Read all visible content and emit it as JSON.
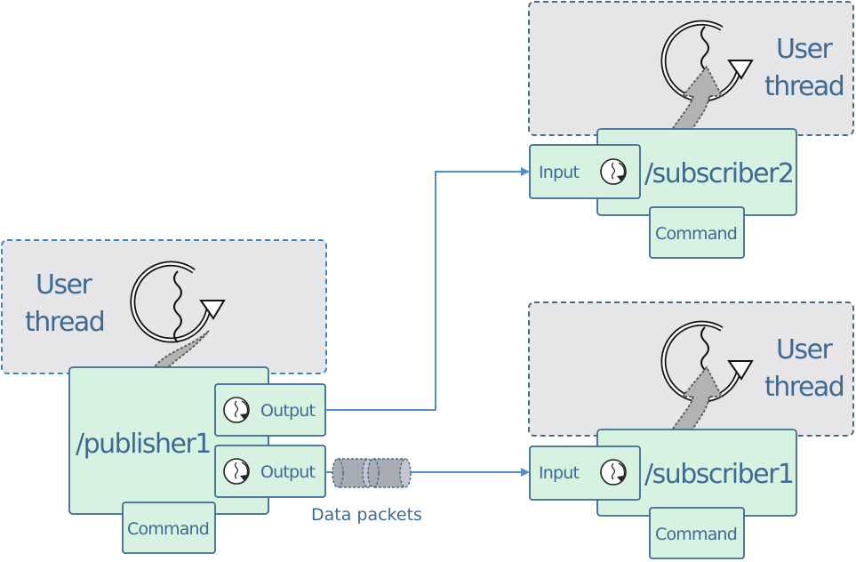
{
  "user_thread": {
    "line1": "User",
    "line2": "thread"
  },
  "nodes": {
    "publisher": {
      "name": "/publisher1",
      "command": "Command",
      "outputs": [
        "Output",
        "Output"
      ]
    },
    "subscriber2": {
      "name": "/subscriber2",
      "input": "Input",
      "command": "Command"
    },
    "subscriber1": {
      "name": "/subscriber1",
      "input": "Input",
      "command": "Command"
    }
  },
  "caption": "Data packets",
  "colors": {
    "thread_fill": "#e6e6e8",
    "thread_border_publisher": "#3d86c0",
    "thread_border_subscriber": "#4d6a8a",
    "node_fill": "#d8f2e2",
    "node_border": "#3d6a93",
    "connector": "#4f8fd0",
    "packet_fill": "#a8acb4"
  }
}
